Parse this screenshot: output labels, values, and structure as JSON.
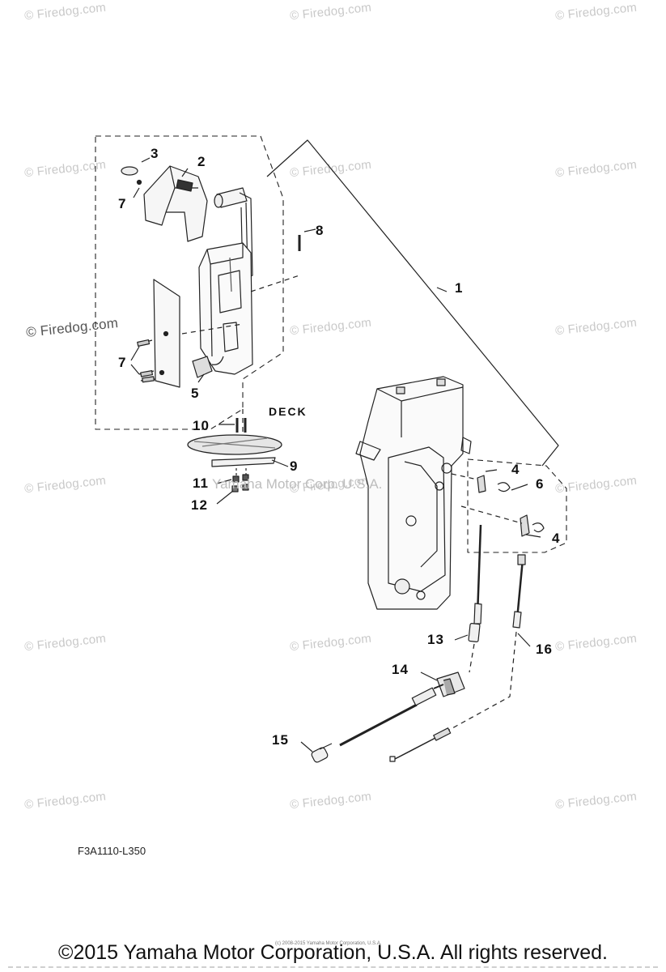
{
  "watermark_text": "© Firedog.com",
  "corp_watermark": "Yamaha Motor Corp. U.S.A.",
  "deck_label": "DECK",
  "diagram_code": "F3A1110-L350",
  "tiny_copyright": "(c) 2008-2015 Yamaha Motor Corporation, U.S.A.",
  "copyright": "©2015 Yamaha Motor Corporation, U.S.A. All rights reserved.",
  "parts": {
    "p1": "1",
    "p2": "2",
    "p3": "3",
    "p4a": "4",
    "p4b": "4",
    "p5": "5",
    "p6": "6",
    "p7a": "7",
    "p7b": "7",
    "p8": "8",
    "p9": "9",
    "p10": "10",
    "p11": "11",
    "p12": "12",
    "p13": "13",
    "p14": "14",
    "p15": "15",
    "p16": "16"
  }
}
